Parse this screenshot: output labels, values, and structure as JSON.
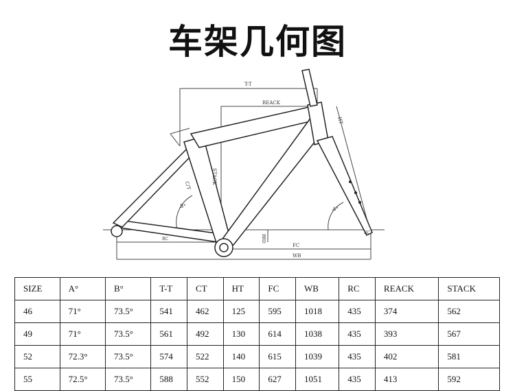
{
  "title": "车架几何图",
  "diagram": {
    "labels": {
      "tt": "T-T",
      "reack": "REACK",
      "ht": "HT",
      "stack": "STACK",
      "ct": "C/T",
      "bangle": "B°",
      "aangle": "A°",
      "bbd": "BBD",
      "rc": "RC",
      "fc": "FC",
      "wb": "WB",
      "rc2": "RC"
    }
  },
  "table": {
    "headers": [
      "SIZE",
      "A°",
      "B°",
      "T-T",
      "CT",
      "HT",
      "FC",
      "WB",
      "RC",
      "REACK",
      "STACK"
    ],
    "rows": [
      [
        "46",
        "71°",
        "73.5°",
        "541",
        "462",
        "125",
        "595",
        "1018",
        "435",
        "374",
        "562"
      ],
      [
        "49",
        "71°",
        "73.5°",
        "561",
        "492",
        "130",
        "614",
        "1038",
        "435",
        "393",
        "567"
      ],
      [
        "52",
        "72.3°",
        "73.5°",
        "574",
        "522",
        "140",
        "615",
        "1039",
        "435",
        "402",
        "581"
      ],
      [
        "55",
        "72.5°",
        "73.5°",
        "588",
        "552",
        "150",
        "627",
        "1051",
        "435",
        "413",
        "592"
      ]
    ]
  }
}
